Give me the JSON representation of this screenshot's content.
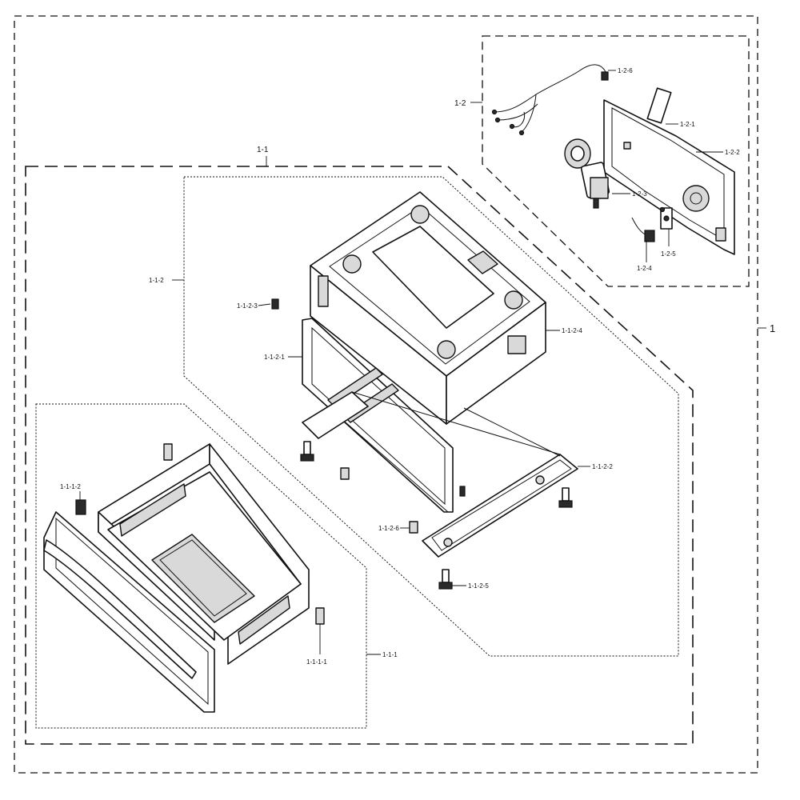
{
  "callouts": {
    "assembly_1": "1",
    "sub_1_1": "1-1",
    "sub_1_1_1": "1-1-1",
    "part_1_1_1_1": "1-1-1-1",
    "part_1_1_1_2": "1-1-1-2",
    "sub_1_1_2": "1-1-2",
    "part_1_1_2_1": "1-1-2-1",
    "part_1_1_2_2": "1-1-2-2",
    "part_1_1_2_3": "1-1-2-3",
    "part_1_1_2_4": "1-1-2-4",
    "part_1_1_2_5": "1-1-2-5",
    "part_1_1_2_6": "1-1-2-6",
    "sub_1_2": "1-2",
    "part_1_2_1": "1-2-1",
    "part_1_2_2": "1-2-2",
    "part_1_2_3": "1-2-3",
    "part_1_2_4": "1-2-4",
    "part_1_2_5": "1-2-5",
    "part_1_2_6": "1-2-6"
  },
  "colors": {
    "line": "#111111",
    "background": "#ffffff",
    "shade": "#d9d9d9"
  }
}
